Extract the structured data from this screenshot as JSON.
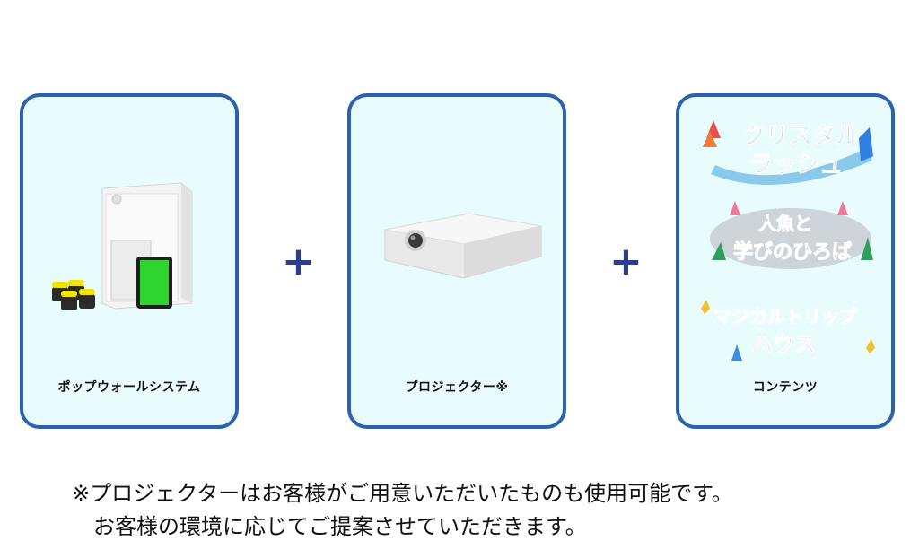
{
  "cards": [
    {
      "label": "ポップウォールシステム",
      "illustration_icon": "pc-tower-tablet-buttons-icon"
    },
    {
      "label": "プロジェクター※",
      "illustration_icon": "projector-icon"
    },
    {
      "label": "コンテンツ",
      "logos": [
        {
          "line1": "クリスタル",
          "line2": "ラッシュ"
        },
        {
          "line1": "人魚と",
          "line2": "学びのひろば"
        },
        {
          "line1": "マジカルトリップ",
          "line2": "ハウス"
        }
      ]
    }
  ],
  "operators": [
    "+",
    "+"
  ],
  "footnote": {
    "line1": "※プロジェクターはお客様がご用意いただいたものも使用可能です。",
    "line2": "お客様の環境に応じてご提案させていただきます。"
  },
  "colors": {
    "card_border": "#2a62ad",
    "card_fill": "#e8fbfd",
    "plus": "#2d3f8c",
    "tablet_screen": "#2ed52e",
    "button_yellow": "#f2e600"
  }
}
